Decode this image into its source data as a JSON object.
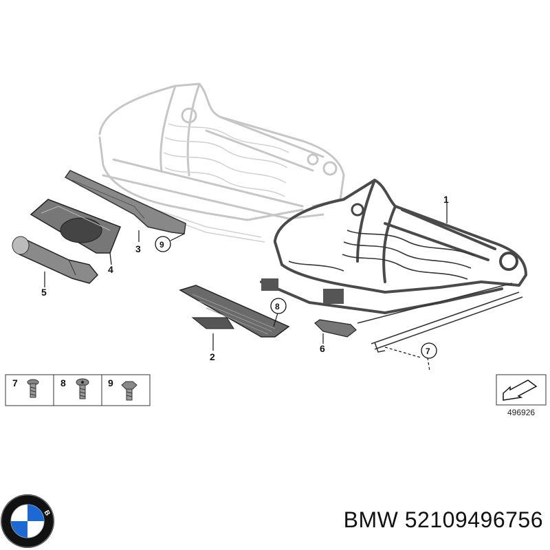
{
  "callouts": {
    "c1": "1",
    "c2": "2",
    "c3": "3",
    "c4": "4",
    "c5": "5",
    "c6": "6",
    "c7": "7",
    "c8": "8",
    "c9": "9"
  },
  "fasteners": [
    {
      "number": "7",
      "icon": "screw-icon"
    },
    {
      "number": "8",
      "icon": "torx-screw-icon"
    },
    {
      "number": "9",
      "icon": "flange-bolt-icon"
    }
  ],
  "reference_number": "496926",
  "brand": {
    "logo_letters": "BMW",
    "logo_colors": {
      "blue": "#1c69d4",
      "ring": "#111111",
      "white": "#ffffff"
    }
  },
  "caption": {
    "text": "BMW 52109496756"
  }
}
